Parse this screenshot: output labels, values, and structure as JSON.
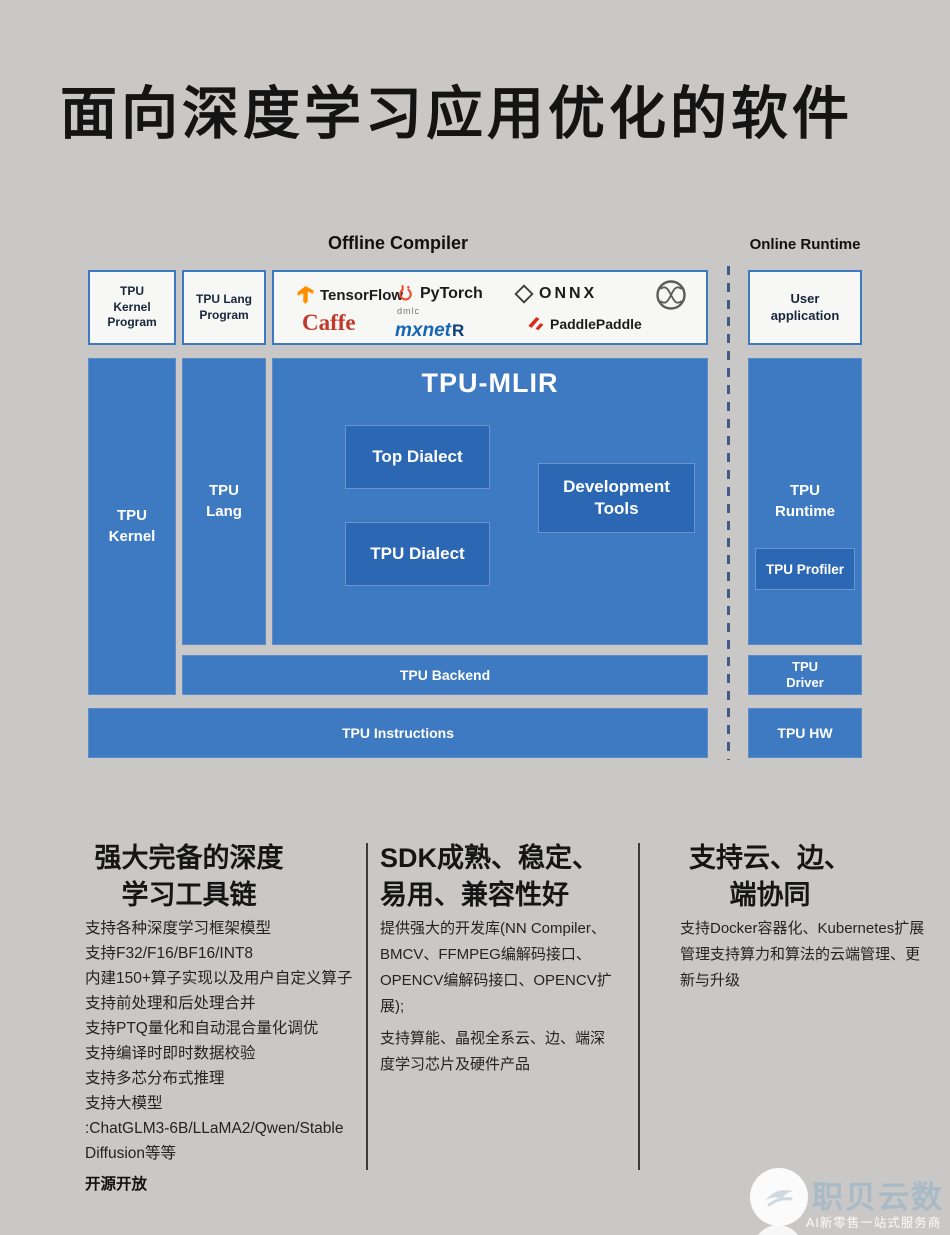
{
  "page_title": "面向深度学习应用优化的软件",
  "diagram": {
    "offline_label": "Offline Compiler",
    "online_label": "Online Runtime",
    "boxes": {
      "tpu_kernel_program": "TPU Kernel Program",
      "tpu_lang_program": "TPU Lang Program",
      "user_application": "User application",
      "tpu_kernel": "TPU Kernel",
      "tpu_lang": "TPU Lang",
      "tpu_mlir": "TPU-MLIR",
      "top_dialect": "Top Dialect",
      "tpu_dialect": "TPU Dialect",
      "development_tools": "Development Tools",
      "tpu_runtime": "TPU Runtime",
      "tpu_profiler": "TPU Profiler",
      "tpu_backend": "TPU Backend",
      "tpu_instructions": "TPU Instructions",
      "tpu_driver": "TPU Driver",
      "tpu_hw": "TPU HW"
    },
    "frameworks": {
      "tensorflow": "TensorFlow",
      "pytorch": "PyTorch",
      "onnx": "ONNX",
      "caffe": "Caffe",
      "dmlc": "dmlc",
      "mxnet": "mxnet",
      "mxnet_r": "R",
      "paddlepaddle": "PaddlePaddle"
    },
    "icons": {
      "tensorflow": "tf-icon",
      "pytorch": "flame-icon",
      "onnx": "diamond-icon",
      "onnx_knot": "knot-icon",
      "paddlepaddle": "paddle-icon",
      "watermark": "bird-icon"
    },
    "colors": {
      "box_blue": "#3e7ac1",
      "inner_blue": "#2c67b4",
      "background_gray": "#c9c8c6",
      "white_box_border": "#3d79c0"
    }
  },
  "columns": [
    {
      "heading_line1": "强大完备的深度",
      "heading_line2": "学习工具链",
      "items": [
        "支持各种深度学习框架模型",
        "支持F32/F16/BF16/INT8",
        "内建150+算子实现以及用户自定义算子",
        "支持前处理和后处理合并",
        "支持PTQ量化和自动混合量化调优",
        "支持编译时即时数据校验",
        "支持多芯分布式推理",
        "支持大模型",
        ":ChatGLM3-6B/LLaMA2/Qwen/Stable Diffusion等等"
      ],
      "footer": "开源开放"
    },
    {
      "heading_line1": "SDK成熟、稳定、",
      "heading_line2": "易用、兼容性好",
      "paragraphs": [
        "提供强大的开发库(NN Compiler、BMCV、FFMPEG编解码接口、OPENCV编解码接口、OPENCV扩展);",
        "支持算能、晶视全系云、边、端深度学习芯片及硬件产品"
      ]
    },
    {
      "heading_line1": "支持云、边、",
      "heading_line2": "端协同",
      "paragraphs": [
        "支持Docker容器化、Kubernetes扩展管理支持算力和算法的云端管理、更新与升级"
      ]
    }
  ],
  "watermark": {
    "name": "职贝云数",
    "tagline": "AI新零售一站式服务商"
  }
}
